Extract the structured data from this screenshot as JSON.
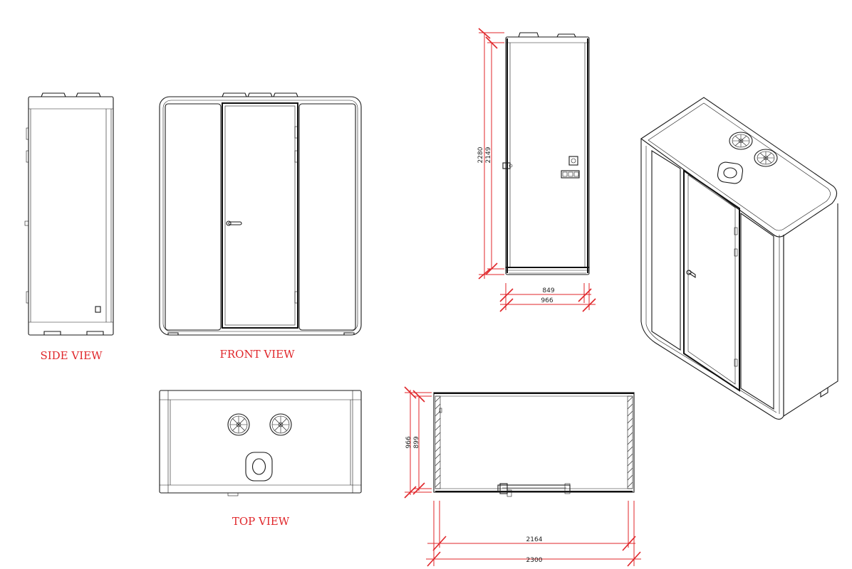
{
  "labels": {
    "side_view": "SIDE VIEW",
    "front_view": "FRONT VIEW",
    "top_view": "TOP VIEW"
  },
  "dimensions": {
    "height_outer": "2280",
    "height_inner": "2149",
    "depth_inner": "849",
    "depth_outer": "966",
    "plan_depth_outer": "966",
    "plan_depth_inner": "899",
    "width_inner": "2164",
    "width_outer": "2300"
  },
  "colors": {
    "line": "#1a1a1a",
    "dimension": "#e0262a",
    "background": "#ffffff"
  }
}
